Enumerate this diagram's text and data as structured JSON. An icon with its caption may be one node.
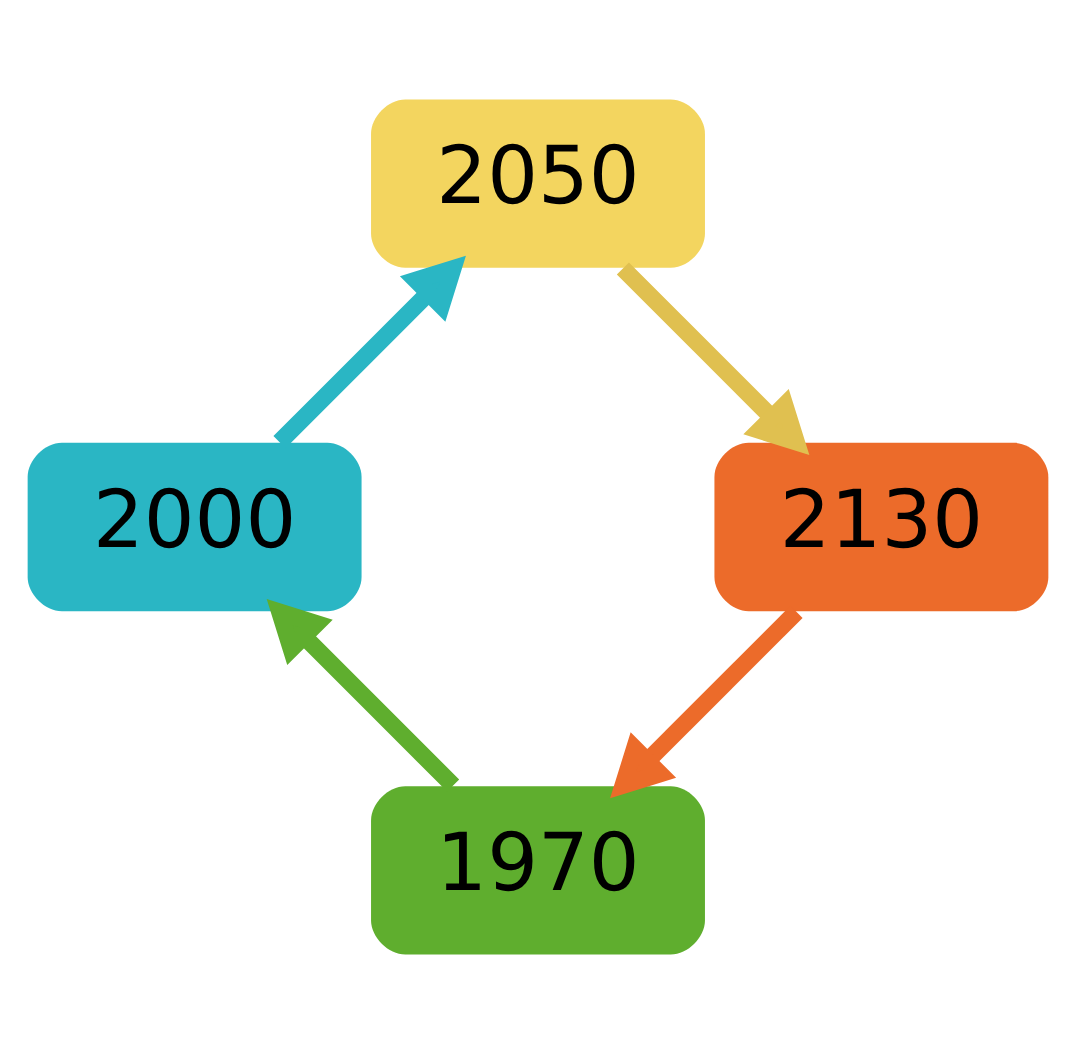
{
  "diagram": {
    "nodes": [
      {
        "text": [
          "1970"
        ]
      },
      {
        "text": [
          "2000"
        ]
      },
      {
        "text": [
          "2050"
        ]
      },
      {
        "text": [
          "2130"
        ]
      }
    ],
    "edges": [
      {
        "from": 0,
        "to": 1,
        "arrow": "to",
        "color": "#5fae2e"
      },
      {
        "from": 1,
        "to": 2,
        "arrow": "to",
        "color": "#2ab6c4"
      },
      {
        "from": 2,
        "to": 3,
        "arrow": "to",
        "color": "#e0c050"
      },
      {
        "from": 3,
        "to": 0,
        "arrow": "to",
        "color": "#ec6b2a"
      }
    ]
  }
}
